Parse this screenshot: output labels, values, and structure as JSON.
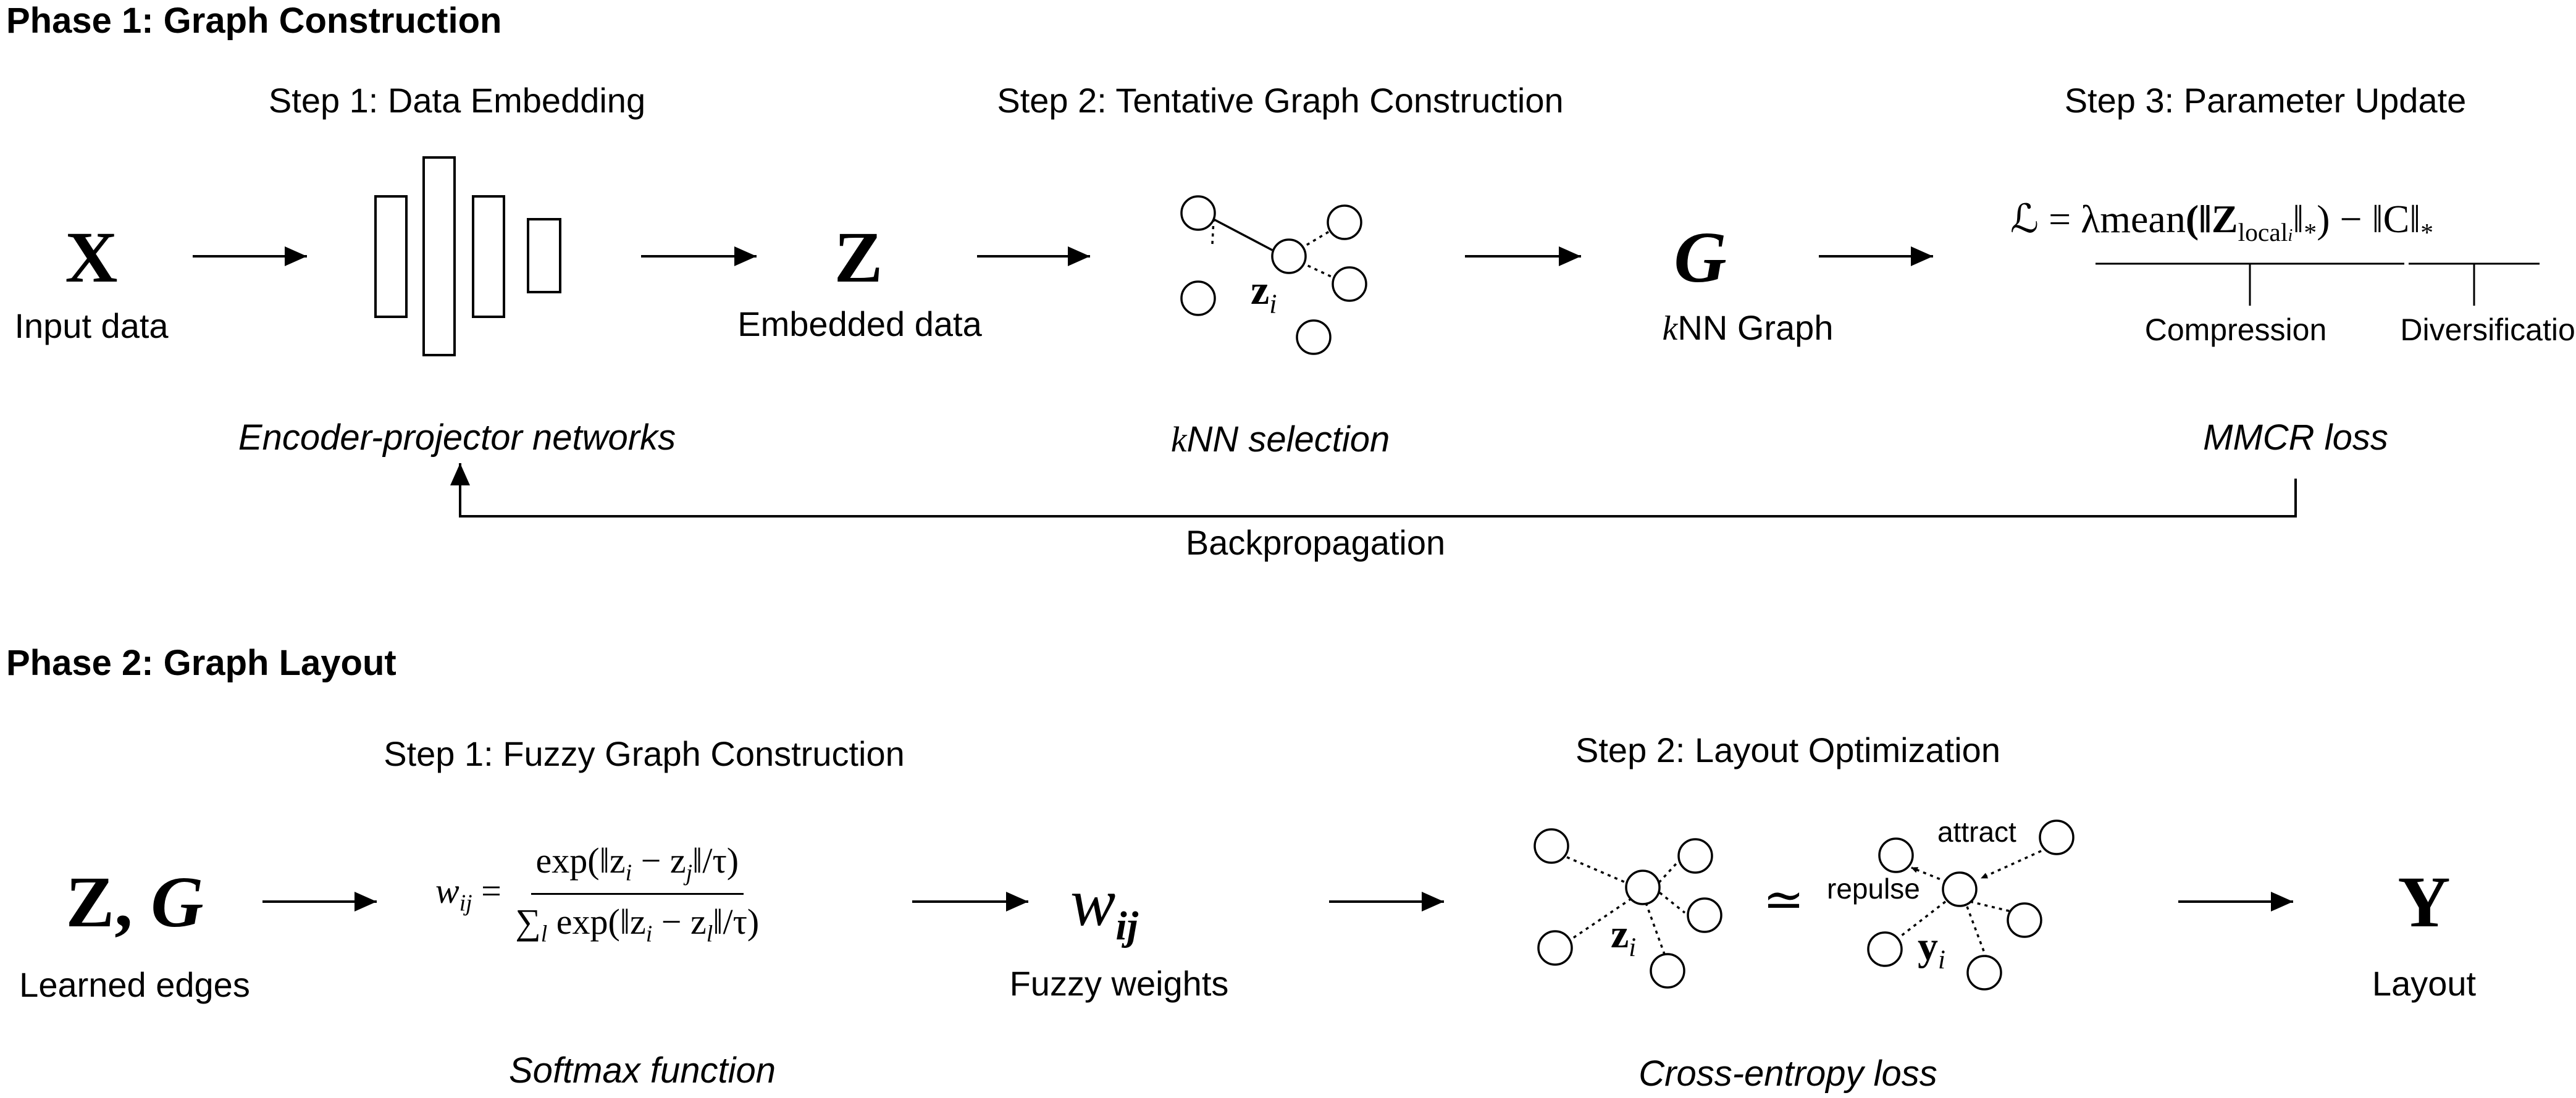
{
  "phase1": {
    "title": "Phase 1: Graph Construction",
    "step1": "Step 1: Data Embedding",
    "step2": "Step 2: Tentative Graph Construction",
    "step3": "Step 3: Parameter Update",
    "input_symbol": "X",
    "input_label": "Input data",
    "embedded_symbol": "Z",
    "embedded_label": "Embedded data",
    "node_label": "z",
    "node_sub": "i",
    "graph_symbol": "G",
    "graph_label_k": "k",
    "graph_label_rest": "NN Graph",
    "loss_formula": {
      "lhs": "ℒ = λmean",
      "open": "(‖Z",
      "sub": "local",
      "subsub": "i",
      "close": "‖",
      "star": "*",
      "tail": ") − ‖C‖",
      "tail_star": "*"
    },
    "compression": "Compression",
    "diversification": "Diversification",
    "encoder_caption": "Encoder-projector networks",
    "knn_caption_k": "k",
    "knn_caption_rest": "NN selection",
    "loss_caption": "MMCR loss",
    "backprop": "Backpropagation"
  },
  "phase2": {
    "title": "Phase 2: Graph Layout",
    "step1": "Step 1: Fuzzy Graph Construction",
    "step2": "Step 2: Layout Optimization",
    "input_symbol_z": "Z",
    "input_symbol_comma": ",",
    "input_symbol_g": "G",
    "input_label": "Learned edges",
    "weight_lhs": "w",
    "weight_lhs_sub": "ij",
    "weight_num": "exp(‖z",
    "weight_num_sub1": "i",
    "weight_num_mid": " − z",
    "weight_num_sub2": "j",
    "weight_num_end": "‖/τ)",
    "weight_den_sum": "∑",
    "weight_den_sum_sub": "l",
    "weight_den": " exp(‖z",
    "weight_den_sub1": "i",
    "weight_den_mid": " − z",
    "weight_den_sub2": "l",
    "weight_den_end": "‖/τ)",
    "weights_symbol": "w",
    "weights_symbol_sub": "ij",
    "weights_label": "Fuzzy weights",
    "softmax_caption": "Softmax function",
    "node_z": "z",
    "node_z_sub": "i",
    "approx": "≃",
    "attract": "attract",
    "repulse": "repulse",
    "node_y": "y",
    "node_y_sub": "i",
    "output_symbol": "Y",
    "output_label": "Layout",
    "ce_caption": "Cross-entropy loss"
  }
}
